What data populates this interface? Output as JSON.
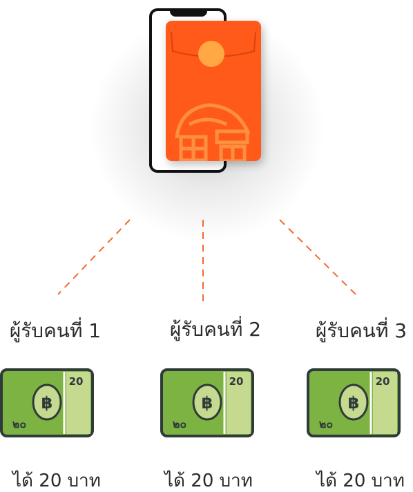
{
  "recipients": [
    {
      "label": "ผู้รับคนที่ 1",
      "amount": "ได้ 20 บาท"
    },
    {
      "label": "ผู้รับคนที่ 2",
      "amount": "ได้ 20 บาท"
    },
    {
      "label": "ผู้รับคนที่ 3",
      "amount": "ได้ 20 บาท"
    }
  ],
  "banknote": {
    "currency_symbol": "฿",
    "denomination": "20",
    "denomination_thai": "๒๐"
  },
  "colors": {
    "envelope": "#ff5a1a",
    "envelope_accent": "#ffa844",
    "banknote_green": "#7cb342",
    "banknote_light": "#c5d98f",
    "banknote_border": "#2f3a3a",
    "dashed_line": "#f26a2e"
  }
}
